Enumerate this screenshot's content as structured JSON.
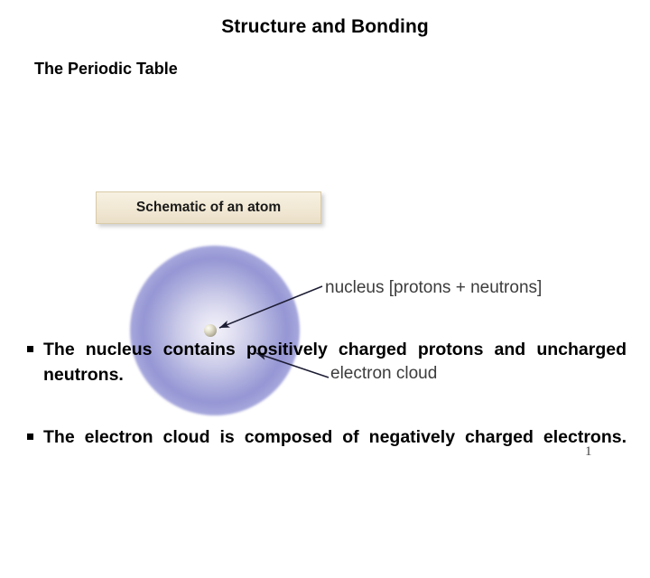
{
  "slide": {
    "title": "Structure and Bonding",
    "subtitle": "The Periodic Table",
    "page_number": "1"
  },
  "figure": {
    "caption_chip": "Schematic of an atom",
    "labels": {
      "nucleus": "nucleus [protons + neutrons]",
      "electron_cloud": "electron cloud"
    },
    "colors": {
      "chip_fill": "#f1e8d4",
      "chip_border": "#d9cba8",
      "cloud_mid": "#9596d4",
      "cloud_edge": "#ffffff",
      "nucleus_fill": "#bdb9a4",
      "arrow": "#1c1c33",
      "label_text": "#3c3c3c"
    }
  },
  "bullets": [
    "The nucleus contains positively charged protons and uncharged neutrons.",
    "The electron cloud is composed of negatively charged electrons."
  ]
}
